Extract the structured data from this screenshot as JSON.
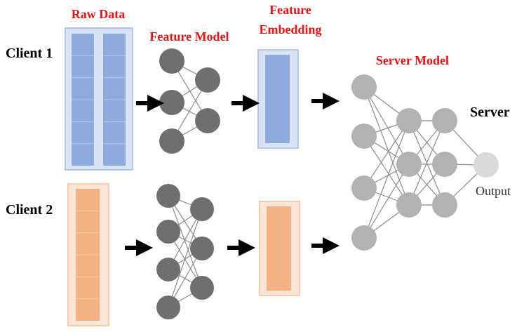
{
  "labels": {
    "raw_data": "Raw Data",
    "feature_model": "Feature Model",
    "feature_embedding_line1": "Feature",
    "feature_embedding_line2": "Embedding",
    "server_model": "Server Model",
    "server": "Server",
    "output": "Output",
    "client1": "Client 1",
    "client2": "Client 2"
  },
  "colors": {
    "label_red": "#ee1111",
    "client1_fill": "#8faadc",
    "client1_panel": "#dae3f3",
    "client1_border": "#b4c7e7",
    "client2_fill": "#f4b183",
    "client2_panel": "#fbe5d6",
    "client2_border": "#f8cbad",
    "feature_node": "#6f6f6f",
    "server_node": "#b2b2b2",
    "output_node": "#d9d9d9",
    "edge": "#8c8c8c",
    "arrow": "#000000"
  },
  "icons": [
    "arrow-right-icon"
  ]
}
